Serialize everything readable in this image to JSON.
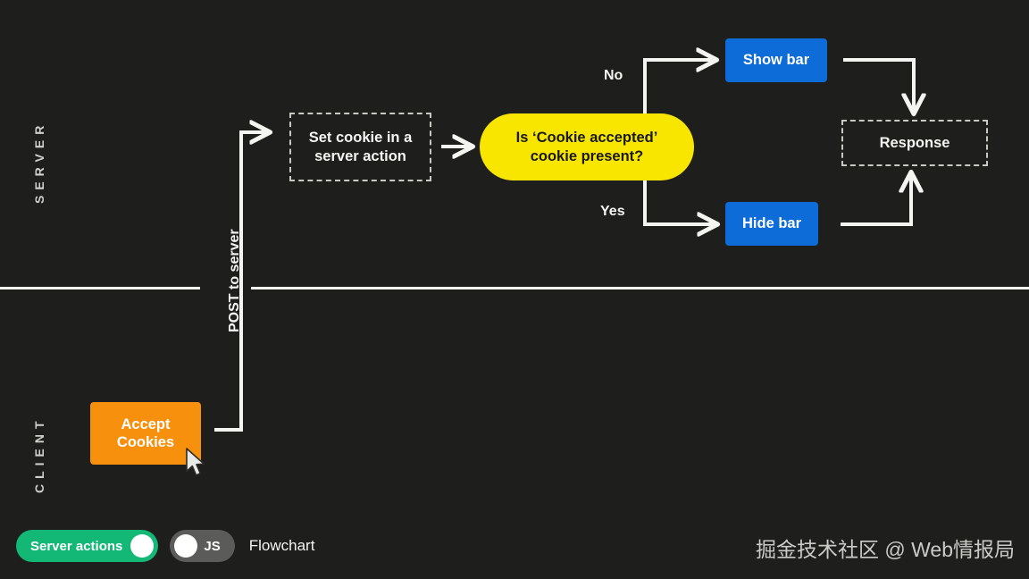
{
  "lanes": {
    "server": "SERVER",
    "client": "CLIENT"
  },
  "nodes": {
    "set_cookie": "Set cookie in a server action",
    "decision_line1": "Is ‘Cookie accepted’",
    "decision_line2": "cookie present?",
    "show_bar": "Show bar",
    "hide_bar": "Hide bar",
    "response": "Response",
    "accept_cookies_line1": "Accept",
    "accept_cookies_line2": "Cookies"
  },
  "edge_labels": {
    "no": "No",
    "yes": "Yes",
    "post_to_server": "POST to server"
  },
  "legend": {
    "server_actions_label": "Server actions",
    "server_actions_state": "on",
    "js_label": "JS",
    "js_state": "off",
    "caption": "Flowchart"
  },
  "watermark": "掘金技术社区 @ Web情报局",
  "colors": {
    "background": "#1e1e1c",
    "decision_yellow": "#f8e600",
    "blue": "#0d6cd8",
    "orange": "#f7900d",
    "toggle_on_green": "#13b877",
    "toggle_off_gray": "#5b5b59",
    "stroke_white": "#f4f4f0"
  }
}
